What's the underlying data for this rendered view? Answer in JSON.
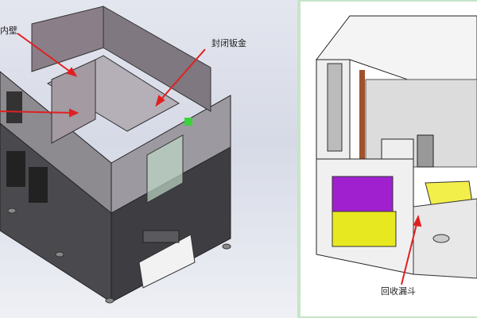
{
  "labels": {
    "inner_wall": "内壁",
    "enclosed_sheet_metal": "封闭钣金",
    "recovery_funnel": "回收漏斗"
  },
  "colors": {
    "arrow": "#e02020",
    "purple_block": "#a020d0",
    "yellow_block": "#e8e820",
    "panel_border": "#c7e5c7"
  }
}
